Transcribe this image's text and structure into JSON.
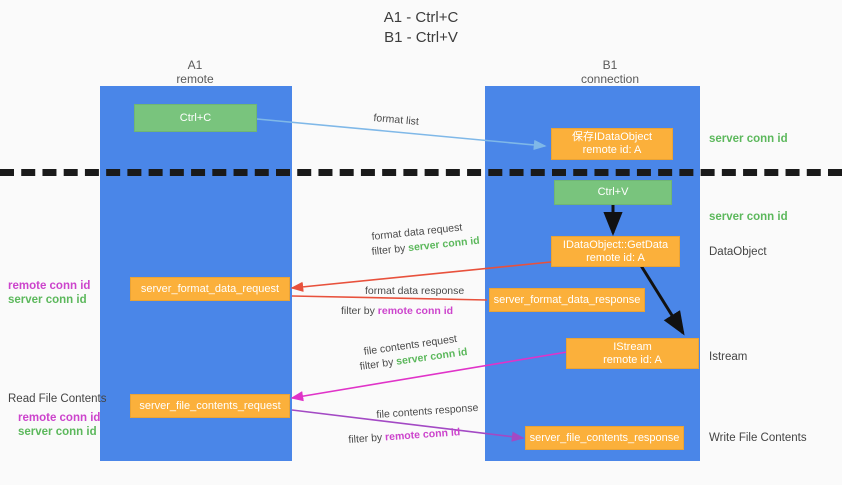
{
  "title_lines": [
    "A1 - Ctrl+C",
    "B1 - Ctrl+V"
  ],
  "columns": [
    {
      "name": "A1",
      "sub": "remote"
    },
    {
      "name": "B1",
      "sub": "connection"
    }
  ],
  "boxes": {
    "ctrl_c": {
      "line1": "Ctrl+C",
      "color": "#79c47d"
    },
    "save_idataobject": {
      "line1": "保存IDataObject",
      "line2": "remote id: A",
      "color": "#fbb03b"
    },
    "ctrl_v": {
      "line1": "Ctrl+V",
      "color": "#79c47d"
    },
    "getdata": {
      "line1": "IDataObject::GetData",
      "line2": "remote id: A",
      "color": "#fbb03b"
    },
    "server_format_data_request": {
      "line1": "server_format_data_request",
      "color": "#fbb03b"
    },
    "server_format_data_response": {
      "line1": "server_format_data_response",
      "color": "#fbb03b"
    },
    "istream": {
      "line1": "IStream",
      "line2": "remote id: A",
      "color": "#fbb03b"
    },
    "server_file_contents_request": {
      "line1": "server_file_contents_request",
      "color": "#fbb03b"
    },
    "server_file_contents_response": {
      "line1": "server_file_contents_response",
      "color": "#fbb03b"
    }
  },
  "right_labels": [
    {
      "text": "server conn id",
      "style": "green"
    },
    {
      "text": "server conn id",
      "style": "green"
    },
    {
      "text": "DataObject",
      "style": "plain"
    },
    {
      "text": "Istream",
      "style": "plain"
    },
    {
      "text": "Write File Contents",
      "style": "plain"
    }
  ],
  "left_labels": {
    "group1_line1": "remote conn id",
    "group1_line2": "server conn id",
    "read_file_contents": "Read File Contents",
    "group2_line1": "remote conn id",
    "group2_line2": "server conn id"
  },
  "edges": {
    "format_list": "format list",
    "format_data_request": "format data request",
    "format_data_request_filter_pre": "filter by ",
    "format_data_request_filter_key": "server conn id",
    "format_data_response": "format data response",
    "format_data_response_filter_pre": "filter by ",
    "format_data_response_filter_key": "remote conn id",
    "file_contents_request": "file contents request",
    "file_contents_request_filter_pre": "filter by ",
    "file_contents_request_filter_key": "server conn id",
    "file_contents_response": "file contents response",
    "file_contents_response_filter_pre": "filter by ",
    "file_contents_response_filter_key": "remote conn id"
  },
  "colors": {
    "lane": "#4a86e8",
    "green_box": "#79c47d",
    "orange_box": "#fbb03b",
    "green_text": "#5cb85c",
    "purple_text": "#cc44cc",
    "blue_arrow": "#7fb8e8",
    "red_arrow": "#e8513c",
    "magenta_arrow": "#e033c8",
    "purple_arrow": "#a349c4",
    "black_arrow": "#111111",
    "divider": "#1a1a1a",
    "background": "#fafafa"
  }
}
